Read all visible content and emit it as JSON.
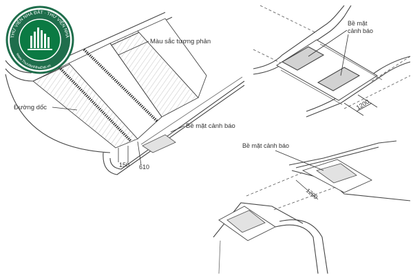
{
  "logo": {
    "ring_text": "THƯ VIỆN NHÀ ĐẤT · THƯ VIỆN NHÀ ĐẤT",
    "url_text": "www.ThuVienNhaDat.vn",
    "colors": {
      "ring": "#1f6e4c",
      "inner": "#0b7a43",
      "accent": "#ffffff"
    }
  },
  "left_diagram": {
    "label_contrast": "Màu sắc tương phản",
    "label_ramp": "Đường dốc",
    "label_warning": "Bề mặt cảnh báo",
    "dim_150": "150",
    "dim_610": "610"
  },
  "top_right_diagram": {
    "label_warning_line1": "Bề mặt",
    "label_warning_line2": "cảnh báo",
    "dim_1200": "1200"
  },
  "bottom_right_diagram": {
    "label_warning": "Bề mặt cảnh báo",
    "dim_1200": "1200"
  }
}
